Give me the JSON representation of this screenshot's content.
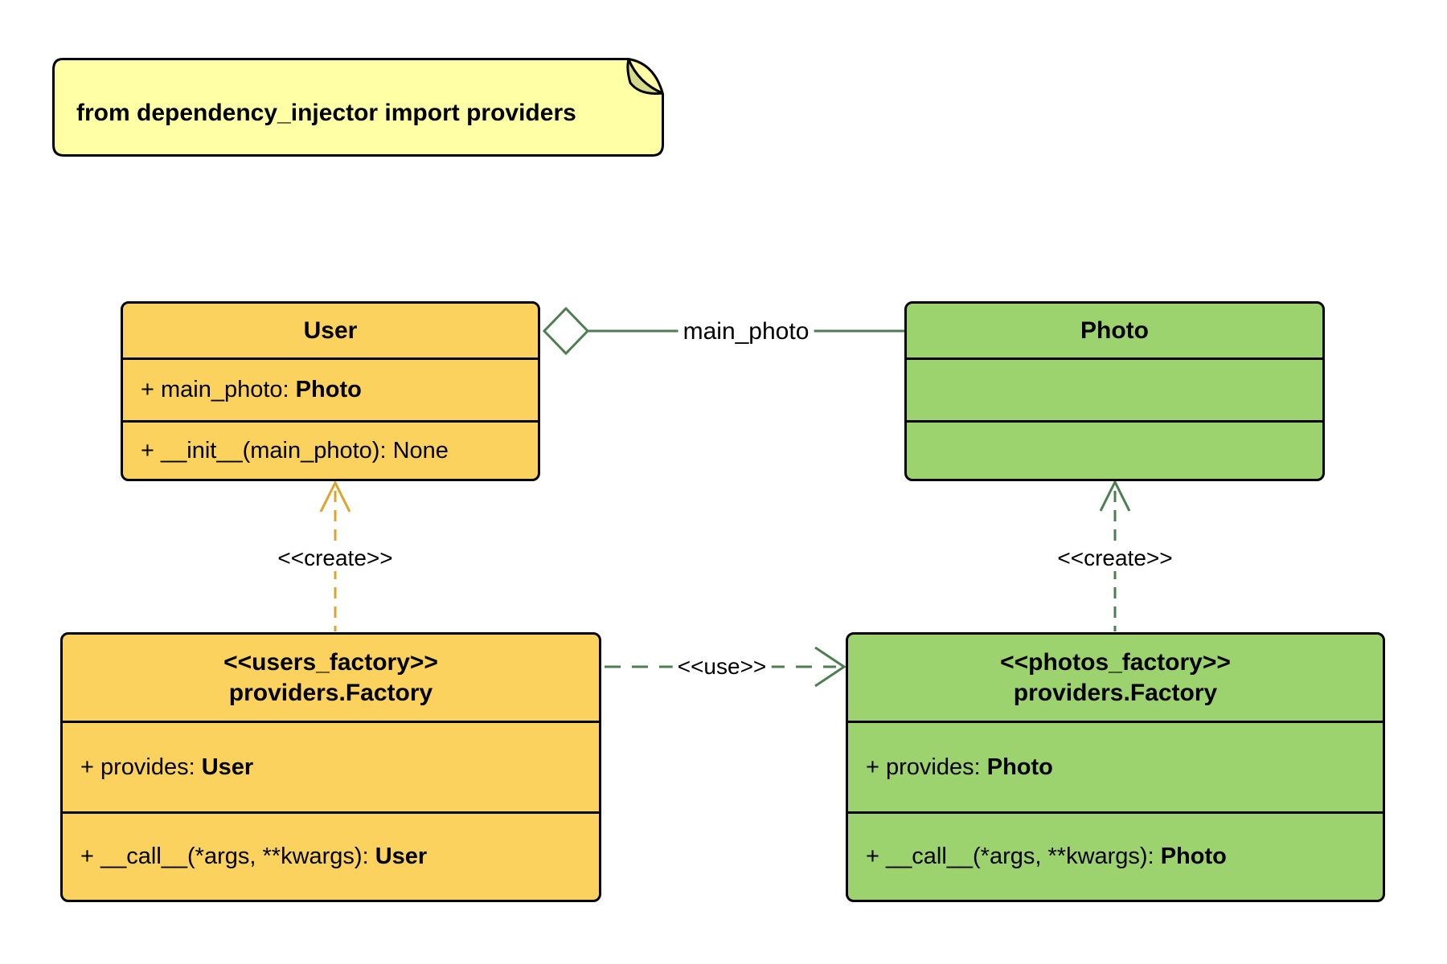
{
  "colors": {
    "note_fill": "#FFFFA6",
    "note_fold": "#D6DA8B",
    "class_yellow_fill": "#FBD25D",
    "class_green_fill": "#9CD36F",
    "border": "#000000",
    "green_edge": "#4D7E50",
    "yellow_edge": "#DCA42C"
  },
  "note": {
    "text": "from dependency_injector import providers"
  },
  "classes": [
    {
      "name": "User",
      "members": [
        {
          "prefix": "+ main_photo: ",
          "type": "Photo",
          "type_style": "t-bold"
        },
        {
          "prefix": "+ __init__(main_photo): ",
          "type": "None",
          "type_style": "t-plain"
        }
      ]
    },
    {
      "name": "Photo"
    },
    {
      "stereotype": "<<users_factory>>",
      "name": "providers.Factory",
      "members": [
        {
          "prefix": "+ provides: ",
          "type": "User",
          "type_style": "t-bold"
        },
        {
          "prefix": "+ __call__(*args, **kwargs): ",
          "type": "User",
          "type_style": "t-bold"
        }
      ]
    },
    {
      "stereotype": "<<photos_factory>>",
      "name": "providers.Factory",
      "members": [
        {
          "prefix": "+ provides: ",
          "type": "Photo",
          "type_style": "t-bold"
        },
        {
          "prefix": "+ __call__(*args, **kwargs): ",
          "type": "Photo",
          "type_style": "t-bold"
        }
      ]
    }
  ],
  "relationships": {
    "aggregation": {
      "label": "main_photo"
    },
    "use": {
      "label": "<<use>>"
    },
    "create_user": {
      "label": "<<create>>"
    },
    "create_photo": {
      "label": "<<create>>"
    }
  }
}
